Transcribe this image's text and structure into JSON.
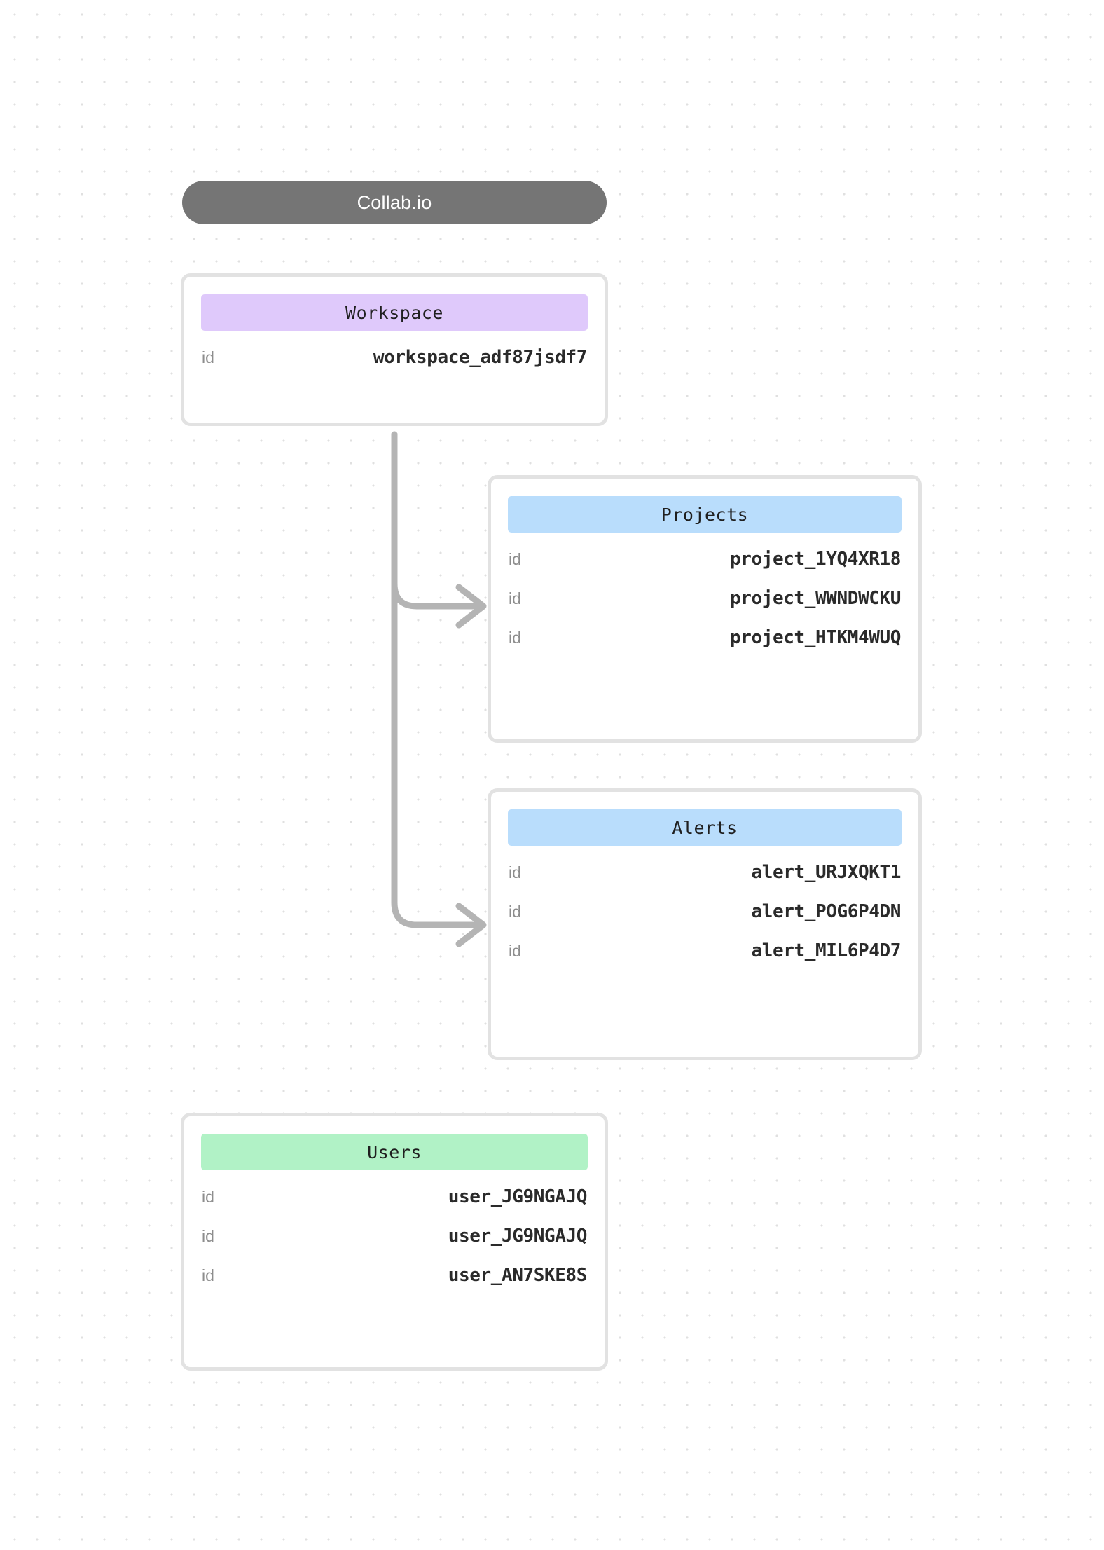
{
  "brand": {
    "label": "Collab.io"
  },
  "cards": [
    {
      "id": "workspace",
      "title": "Workspace",
      "accent": "#dfc9fb",
      "rows": [
        {
          "key": "id",
          "value": "workspace_adf87jsdf7"
        }
      ]
    },
    {
      "id": "projects",
      "title": "Projects",
      "accent": "#b9ddfc",
      "rows": [
        {
          "key": "id",
          "value": "project_1YQ4XR18"
        },
        {
          "key": "id",
          "value": "project_WWNDWCKU"
        },
        {
          "key": "id",
          "value": "project_HTKM4WUQ"
        }
      ]
    },
    {
      "id": "alerts",
      "title": "Alerts",
      "accent": "#b9ddfc",
      "rows": [
        {
          "key": "id",
          "value": "alert_URJXQKT1"
        },
        {
          "key": "id",
          "value": "alert_POG6P4DN"
        },
        {
          "key": "id",
          "value": "alert_MIL6P4D7"
        }
      ]
    },
    {
      "id": "users",
      "title": "Users",
      "accent": "#b1f2c6",
      "rows": [
        {
          "key": "id",
          "value": "user_JG9NGAJQ"
        },
        {
          "key": "id",
          "value": "user_JG9NGAJQ"
        },
        {
          "key": "id",
          "value": "user_AN7SKE8S"
        }
      ]
    }
  ],
  "connectors": [
    {
      "from": "workspace",
      "to": "projects"
    },
    {
      "from": "workspace",
      "to": "alerts"
    }
  ],
  "colors": {
    "brand_pill": "#757575",
    "card_border": "#e2e2e2",
    "connector": "#b4b4b4",
    "dot_grid": "#e0e0e0",
    "key_text": "#8d8d8d",
    "value_text": "#2a2a2a"
  }
}
